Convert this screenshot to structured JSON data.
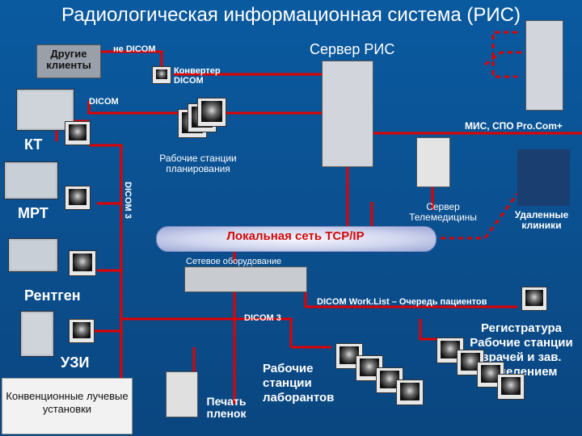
{
  "title": "Радиологическая информационная система (РИС)",
  "labels": {
    "other_clients": "Другие клиенты",
    "not_dicom": "не DICOM",
    "ris_server": "Сервер РИС",
    "converter": "Конвертер DICOM",
    "dicom": "DICOM",
    "ct": "КТ",
    "planning_ws": "Рабочие станции планирования",
    "mis": "МИС, СПО Pro.Com+",
    "mri": "МРТ",
    "dicom3_vertical": "DICOM 3",
    "telemed_server": "Сервер Телемедицины",
    "remote_clinics": "Удаленные клиники",
    "lan": "Локальная сеть TCP/IP",
    "network_equipment": "Сетевое оборудование",
    "xray": "Рентген",
    "worklist": "DICOM Work.List – Очередь пациентов",
    "dicom3": "DICOM 3",
    "registry": "Регистратура Рабочие станции врачей и зав. отделением",
    "ultrasound": "УЗИ",
    "lab_ws": "Рабочие станции лаборантов",
    "film_print": "Печать пленок",
    "conventional": "Конвенционные лучевые установки"
  },
  "colors": {
    "background": "#0a4f8c",
    "link": "#e10000",
    "lan_text": "#d10a0a",
    "text": "#ffffff"
  }
}
